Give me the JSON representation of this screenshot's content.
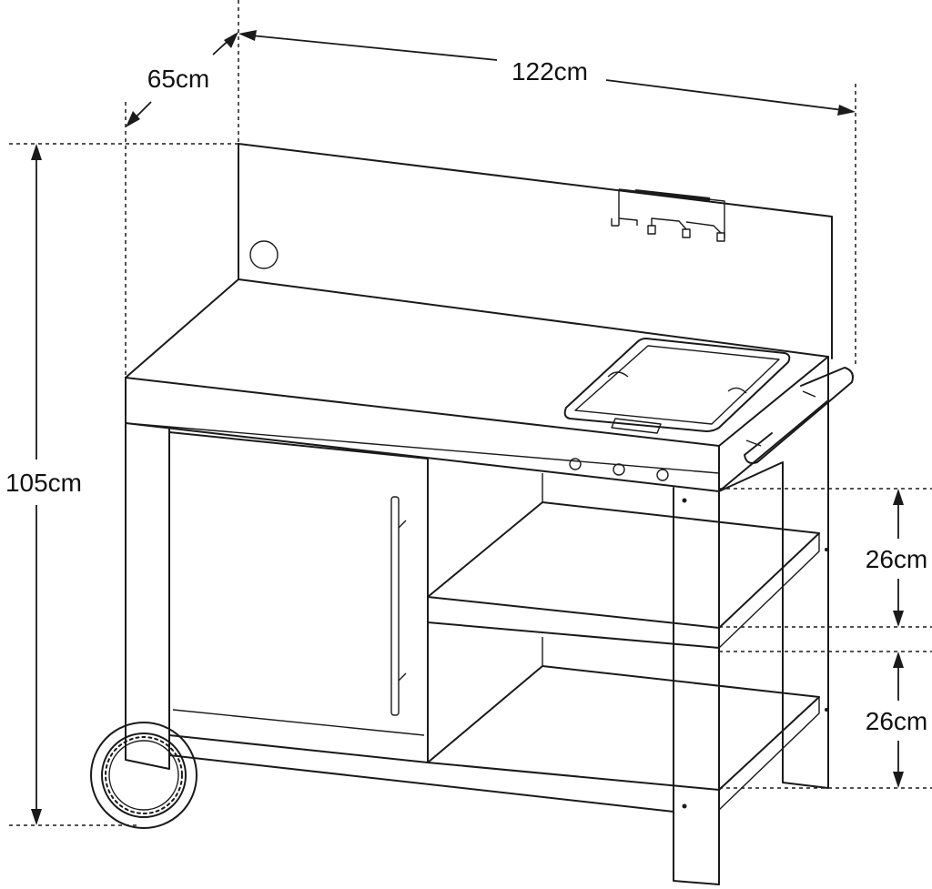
{
  "dimensions": {
    "depth": "65cm",
    "width": "122cm",
    "height": "105cm",
    "upper_shelf_gap": "26cm",
    "lower_shelf_gap": "26cm"
  }
}
